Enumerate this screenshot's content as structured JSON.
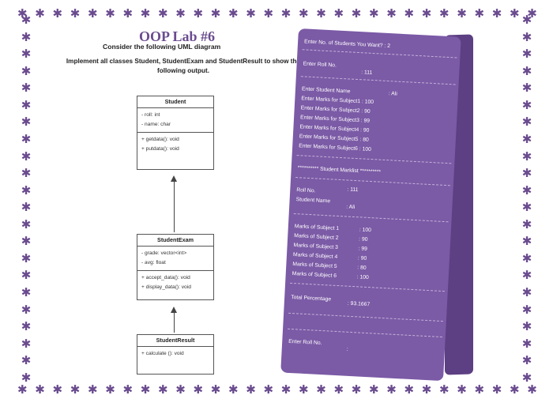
{
  "border_glyph": "✱",
  "title": "OOP Lab #6",
  "instruction_1": "Consider the following UML diagram",
  "instruction_2": "Implement all  classes Student, StudentExam and StudentResult to show the following output.",
  "uml": {
    "student": {
      "name": "Student",
      "attributes": [
        "- roll: int",
        "- name: char"
      ],
      "methods": [
        "+ getdata(): void",
        "+ putdata(): void"
      ]
    },
    "student_exam": {
      "name": "StudentExam",
      "attributes": [
        "- grade: vector<int>",
        "- avg: float"
      ],
      "methods": [
        "+ accept_data(): void",
        "+ display_data(): void"
      ]
    },
    "student_result": {
      "name": "StudentResult",
      "methods": [
        "+ calculate (): void"
      ]
    }
  },
  "console": {
    "num_students_prompt": "Enter No. of Students You Want? : 2",
    "roll_prompt": "Enter Roll No.",
    "roll_value": ": 111",
    "name_prompt": "Enter Student Name",
    "name_value": ": Ali",
    "marks_entries": [
      "Enter Marks for Subject1 : 100",
      "Enter Marks for Subject2 : 90",
      "Enter Marks for Subject3 : 99",
      "Enter Marks for Subject4 : 90",
      "Enter Marks for Subject5 : 80",
      "Enter Marks for Subject6 : 100"
    ],
    "marklist_header": "********** Student Marklist **********",
    "roll_label": "Roll No.",
    "roll_out": ": 111",
    "name_label": "Student Name",
    "name_out": ": Ali",
    "marks_out": [
      {
        "label": "Marks of Subject 1",
        "value": ": 100"
      },
      {
        "label": "Marks of Subject 2",
        "value": ": 90"
      },
      {
        "label": "Marks of Subject 3",
        "value": ": 99"
      },
      {
        "label": "Marks of Subject 4",
        "value": ": 90"
      },
      {
        "label": "Marks of Subject 5",
        "value": ": 80"
      },
      {
        "label": "Marks of Subject 6",
        "value": ": 100"
      }
    ],
    "total_label": "Total Percentage",
    "total_value": ": 93.1667",
    "final_prompt": "Enter Roll No.",
    "final_value": ":"
  }
}
